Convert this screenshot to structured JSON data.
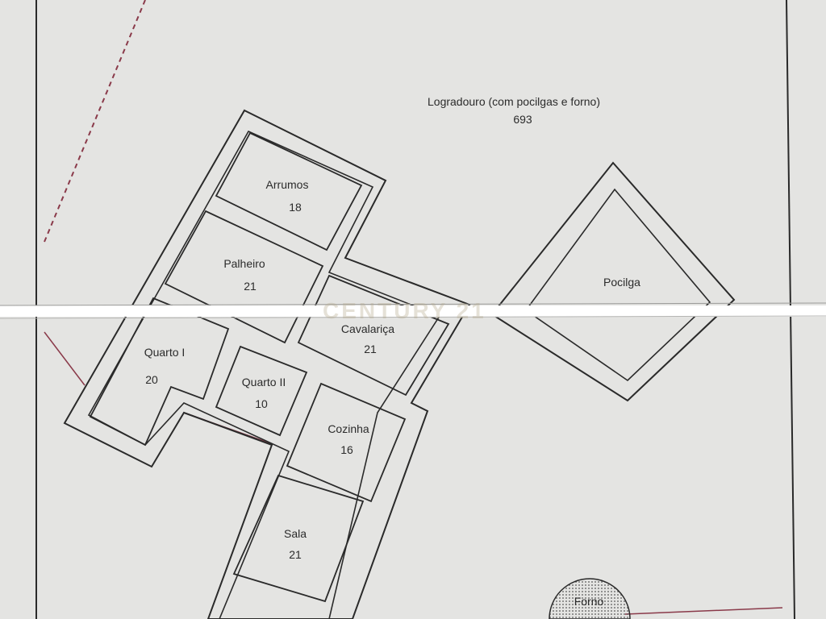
{
  "plan": {
    "yard": {
      "name": "Logradouro (com pocilgas e forno)",
      "area": "693"
    },
    "rooms": [
      {
        "name": "Arrumos",
        "area": "18"
      },
      {
        "name": "Palheiro",
        "area": "21"
      },
      {
        "name": "Cavalariça",
        "area": "21"
      },
      {
        "name": "Quarto  I",
        "area": "20"
      },
      {
        "name": "Quarto  II",
        "area": "10"
      },
      {
        "name": "Cozinha",
        "area": "16"
      },
      {
        "name": "Sala",
        "area": "21"
      }
    ],
    "pigsty": {
      "name": "Pocilga"
    },
    "oven": {
      "name": "Forno"
    },
    "watermark": "CENTURY 21"
  },
  "colors": {
    "paper": "#e4e4e2",
    "ink": "#2a2a2a",
    "boundary": "#8a3a4a",
    "fold": "#ffffff"
  }
}
